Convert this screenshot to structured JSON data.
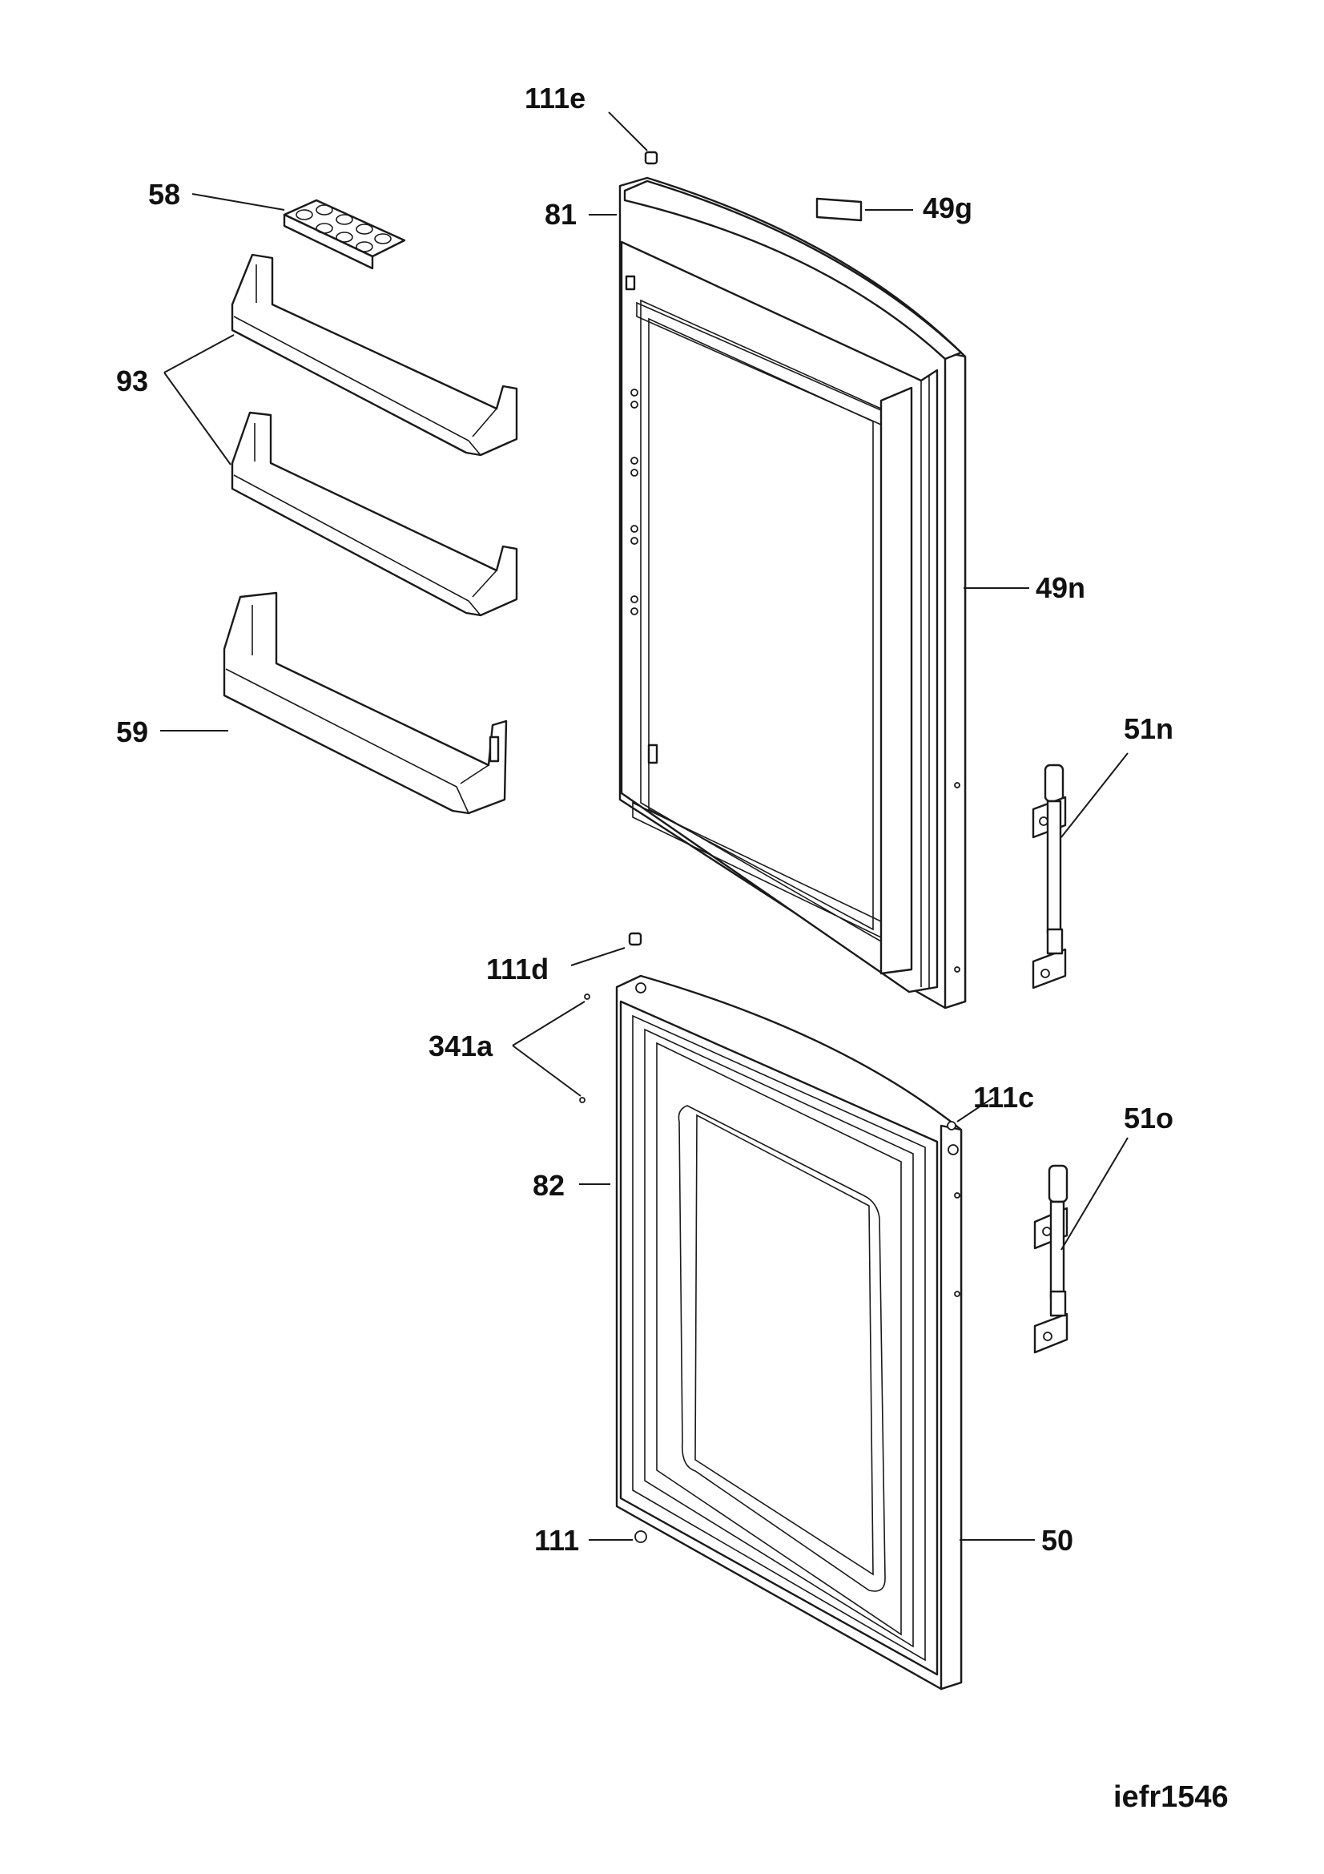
{
  "labels": {
    "l111e": "111e",
    "l58": "58",
    "l81": "81",
    "l49g": "49g",
    "l93": "93",
    "l49n": "49n",
    "l51n": "51n",
    "l59": "59",
    "l111d": "111d",
    "l341a": "341a",
    "l111c": "111c",
    "l51o": "51o",
    "l82": "82",
    "l111": "111",
    "l50": "50"
  },
  "reference": "iefr1546"
}
